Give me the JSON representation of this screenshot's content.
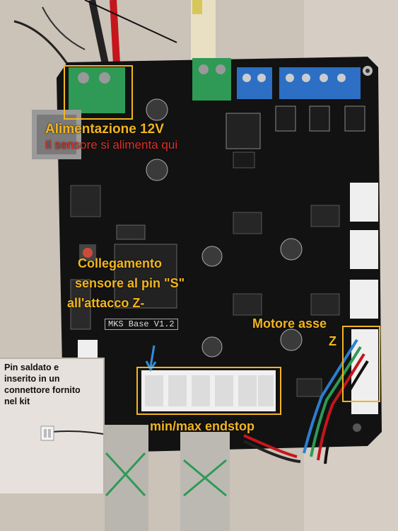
{
  "photo": {
    "board_silkscreen": "MKS Base V1.2"
  },
  "annotations": {
    "power_title": "Alimentazione 12V",
    "power_note": "Il sensore si alimenta qui",
    "sensor_line1": "Collegamento",
    "sensor_line2": "sensore al pin \"S\"",
    "sensor_line3": "all'attacco Z-",
    "motor_line1": "Motore asse",
    "motor_line2": "Z",
    "endstop": "min/max endstop"
  },
  "inset": {
    "lines": [
      "Pin saldato e",
      "inserito in un",
      "connettore fornito",
      "nel kit"
    ]
  },
  "colors": {
    "annotation": "#f2b51e",
    "note_red": "#e0302a",
    "arrow": "#2f8fe0",
    "board": "#121212"
  }
}
